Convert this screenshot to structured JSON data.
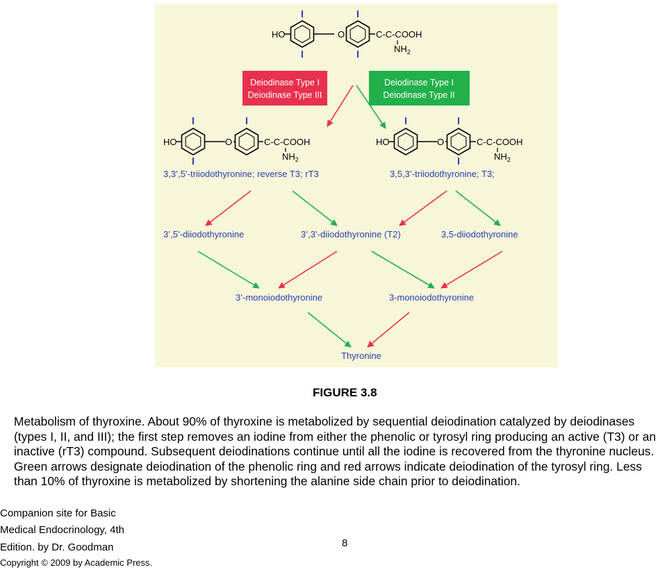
{
  "colors": {
    "panel_bg": "#f7f6d9",
    "red": "#e8304f",
    "green": "#22b04b",
    "iodine_blue": "#2a3fb0"
  },
  "figure": {
    "box_red": {
      "line1": "Deiodinase Type I",
      "line2": "Deiodinase Type III"
    },
    "box_green": {
      "line1": "Deiodinase Type I",
      "line2": "Deiodinase Type II"
    },
    "chem": {
      "ho": "HO",
      "o": "O",
      "chain": "C-C-COOH",
      "nh": "NH",
      "sub2": "2"
    },
    "compounds": {
      "rt3": "3,3’,5’-triiodothyronine; reverse T3; rT3",
      "t3": "3,5,3’-triiodothyronine; T3;",
      "di_35p": "3’,5’-diiodothyronine",
      "di_33p": "3’,3’-diiodothyronine (T2)",
      "di_35": "3,5-diiodothyronine",
      "mono_3p": "3’-monoiodothyronine",
      "mono_3": "3-monoiodothyronine",
      "thyronine": "Thyronine"
    }
  },
  "caption": {
    "title": "FIGURE 3.8",
    "body": "Metabolism of thyroxine. About 90% of thyroxine is metabolized by sequential deiodination catalyzed by deiodinases (types I, II, and III); the first step removes an iodine from either the phenolic or tyrosyl ring producing an active (T3) or an inactive (rT3) compound. Subsequent deiodinations continue until all the iodine is recovered from the thyronine nucleus. Green arrows designate deiodination of the phenolic ring and red arrows indicate deiodination of the tyrosyl ring. Less than 10% of thyroxine is metabolized by shortening the alanine side chain prior to deiodination."
  },
  "footer": {
    "line1": "Companion site for Basic",
    "line2": "Medical Endocrinology, 4th",
    "line3": "Edition. by Dr. Goodman",
    "copyright": "Copyright © 2009 by Academic Press.",
    "page": "8"
  }
}
